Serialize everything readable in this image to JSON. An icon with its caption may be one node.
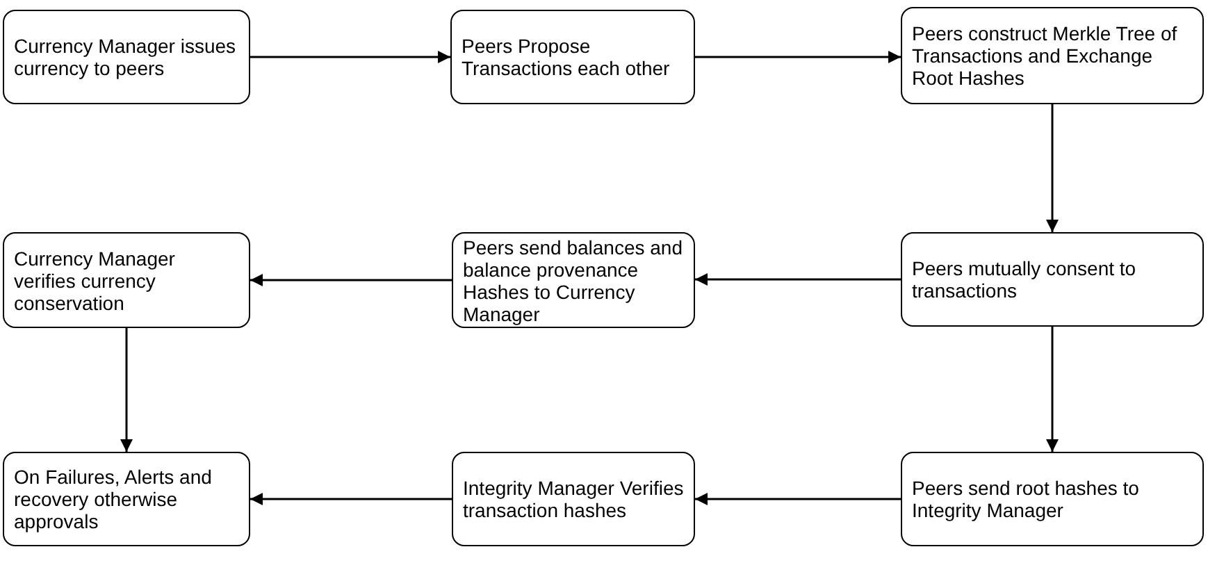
{
  "diagram": {
    "nodes": [
      {
        "text": [
          "Currency Manager issues currency to peers"
        ]
      },
      {
        "text": [
          "Peers Propose Transactions each other"
        ]
      },
      {
        "text": [
          "Peers construct Merkle Tree of Transactions and Exchange Root Hashes"
        ]
      },
      {
        "text": [
          "Peers mutually consent to transactions"
        ]
      },
      {
        "text": [
          "Peers send balances and balance provenance Hashes to Currency Manager"
        ]
      },
      {
        "text": [
          "Currency Manager verifies currency conservation"
        ]
      },
      {
        "text": [
          "Peers send root hashes to Integrity Manager"
        ]
      },
      {
        "text": [
          "Integrity Manager Verifies transaction hashes"
        ]
      },
      {
        "text": [
          "On Failures, Alerts and recovery otherwise approvals"
        ]
      }
    ],
    "edges": [
      {
        "from": 0,
        "to": 1,
        "arrow": "to"
      },
      {
        "from": 1,
        "to": 2,
        "arrow": "to"
      },
      {
        "from": 2,
        "to": 3,
        "arrow": "to"
      },
      {
        "from": 3,
        "to": 4,
        "arrow": "to"
      },
      {
        "from": 4,
        "to": 5,
        "arrow": "to"
      },
      {
        "from": 5,
        "to": 8,
        "arrow": "to"
      },
      {
        "from": 3,
        "to": 6,
        "arrow": "to"
      },
      {
        "from": 6,
        "to": 7,
        "arrow": "to"
      },
      {
        "from": 7,
        "to": 8,
        "arrow": "to"
      }
    ]
  }
}
